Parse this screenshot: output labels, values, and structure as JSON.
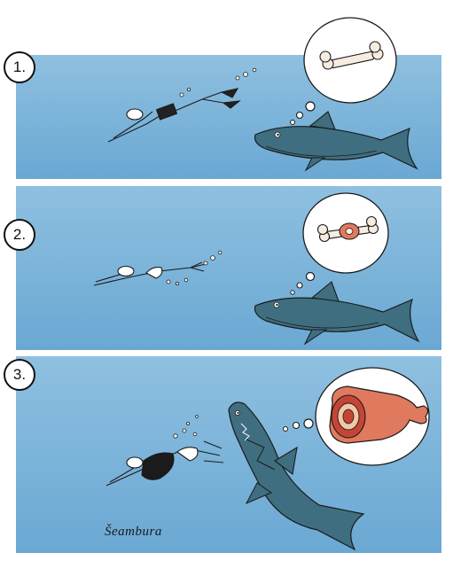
{
  "panels": [
    {
      "number": "1.",
      "thought": "bone"
    },
    {
      "number": "2.",
      "thought": "meat-bone"
    },
    {
      "number": "3.",
      "thought": "ham"
    }
  ],
  "signature": "Šeambura",
  "colors": {
    "water_light": "#a9cfe6",
    "water_dark": "#5f9fcc",
    "shark": "#3f6e80",
    "shark_belly": "#e8eef0",
    "ham": "#e07a5f",
    "meat_center": "#c44536",
    "ink": "#1b1b1b"
  }
}
